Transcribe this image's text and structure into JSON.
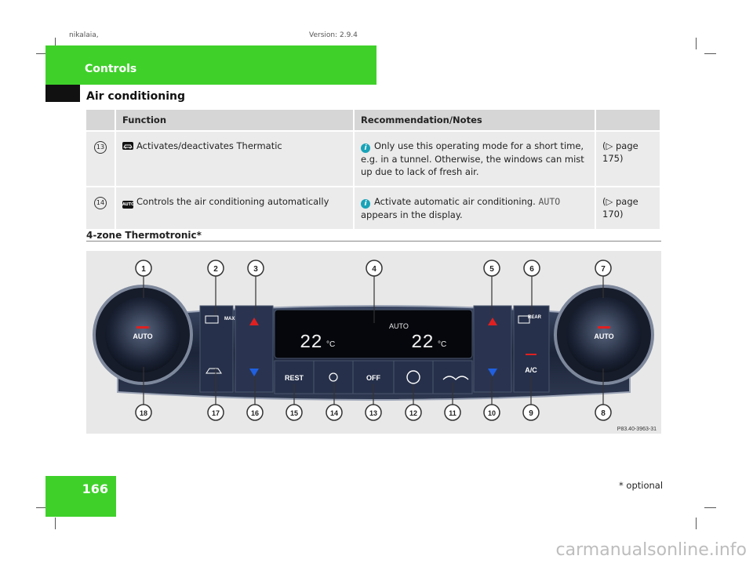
{
  "header": {
    "author": "nikalaia,",
    "version": "Version: 2.9.4"
  },
  "section_title": "Controls",
  "subsection_title": "Air conditioning",
  "table": {
    "headers": [
      "",
      "Function",
      "Recommendation/Notes",
      ""
    ],
    "rows": [
      {
        "num": "13",
        "icon": "air-recirculation-car-icon",
        "function": "Activates/deactivates Thermatic",
        "note": "Only use this operating mode for a short time, e.g. in a tunnel. Otherwise, the windows can mist up due to lack of fresh air.",
        "ref": "(▷ page 175)"
      },
      {
        "num": "14",
        "icon": "auto-icon",
        "icon_text": "AUTO",
        "function": "Controls the air conditioning automatically",
        "note_before": "Activate automatic air conditioning.",
        "note_code": "AUTO",
        "note_after": "appears in the display.",
        "ref": "(▷ page 170)"
      }
    ]
  },
  "zone_heading": "4-zone Thermotronic*",
  "panel": {
    "callouts_top": [
      "1",
      "2",
      "3",
      "4",
      "5",
      "6",
      "7"
    ],
    "callouts_bottom": [
      "18",
      "17",
      "16",
      "15",
      "14",
      "13",
      "12",
      "11",
      "10",
      "9",
      "8"
    ],
    "labels": {
      "max": "MAX",
      "rear": "REAR",
      "auto_left": "AUTO",
      "auto_right": "AUTO",
      "display_mode": "AUTO",
      "temp_left": "22",
      "temp_right": "22",
      "temp_unit": "°C",
      "rest": "REST",
      "off": "OFF",
      "ac": "A/C",
      "ref_code": "P83.40-3963-31"
    }
  },
  "page_number": "166",
  "footnote": "* optional",
  "watermark": "carmanualsonline.info",
  "colors": {
    "accent_green": "#3fd12a",
    "info_blue": "#19a3b8",
    "panel_dark": "#1b2438",
    "red_arrow": "#e02020",
    "blue_arrow": "#2060e0"
  }
}
